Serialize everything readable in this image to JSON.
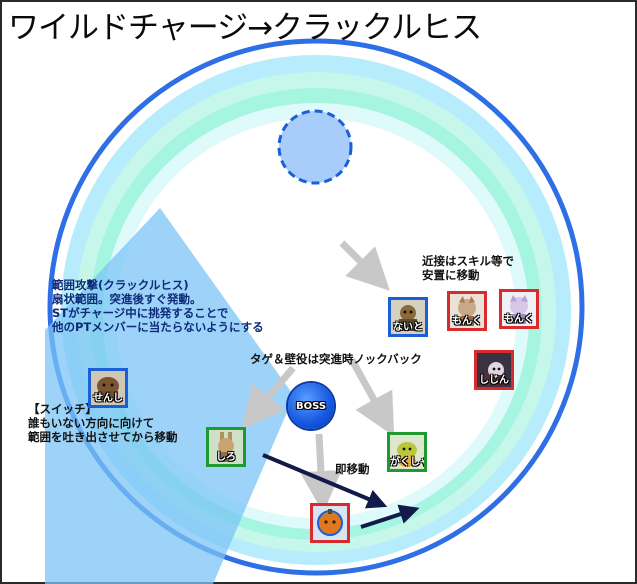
{
  "title": "ワイルドチャージ→クラックルヒス",
  "notes": {
    "aoe": [
      "範囲攻撃(クラックルヒス)",
      "扇状範囲。突進後すぐ発動。",
      "STがチャージ中に挑発することで",
      "他のPTメンバーに当たらないようにする"
    ],
    "switch": [
      "【スイッチ】",
      "誰もいない方向に向けて",
      "範囲を吐き出させてから移動"
    ],
    "melee": [
      "近接はスキル等で",
      "安置に移動"
    ],
    "tank": "タゲ＆壁役は突進時ノックバック",
    "move": "即移動"
  },
  "boss": {
    "label": "BOSS"
  },
  "players": [
    {
      "key": "naito",
      "label": "ないと",
      "role": "blue"
    },
    {
      "key": "senshi",
      "label": "せんし",
      "role": "blue"
    },
    {
      "key": "monku1",
      "label": "もんく",
      "role": "red"
    },
    {
      "key": "monku2",
      "label": "もんく",
      "role": "red"
    },
    {
      "key": "shijin",
      "label": "しじん",
      "role": "red"
    },
    {
      "key": "shiro",
      "label": "しろ",
      "role": "green"
    },
    {
      "key": "gakusha",
      "label": "がくしゃ",
      "role": "green"
    },
    {
      "key": "charger",
      "label": "",
      "role": "red"
    }
  ],
  "colors": {
    "arena_outer": "#2e6fe6",
    "ring_light": "#c9f2ff",
    "ring_mint": "#a6f5e0",
    "aoe_fan": "#7cc4f5",
    "arrow_gray": "#c8c8c8",
    "arrow_dark": "#121a4a"
  }
}
